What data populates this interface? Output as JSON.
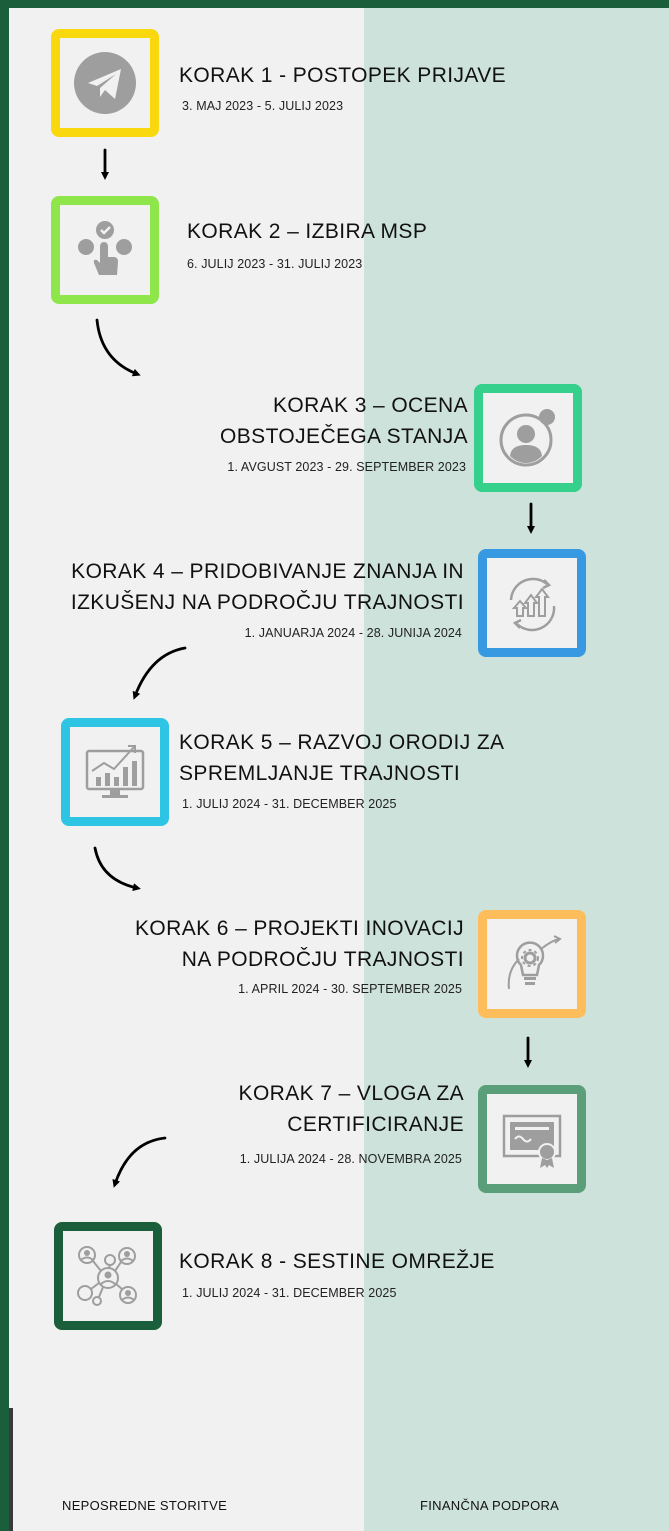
{
  "steps": [
    {
      "title_lines": [
        "KORAK 1 - POSTOPEK PRIJAVE"
      ],
      "date": "3. MAJ 2023 - 5. JULIJ 2023",
      "icon": "send-icon",
      "color": "#f9d90e"
    },
    {
      "title_lines": [
        "KORAK 2 – IZBIRA MSP"
      ],
      "date": "6. JULIJ 2023 - 31. JULIJ 2023",
      "icon": "select-option-icon",
      "color": "#8ee64a"
    },
    {
      "title_lines": [
        "KORAK 3 – OCENA",
        "OBSTOJEČEGA STANJA"
      ],
      "date": "1. AVGUST 2023 - 29. SEPTEMBER 2023",
      "icon": "user-profile-icon",
      "color": "#35d08c"
    },
    {
      "title_lines": [
        "KORAK 4 –  PRIDOBIVANJE ZNANJA IN",
        "IZKUŠENJ NA PODROČJU TRAJNOSTI"
      ],
      "date": "1. JANUARJA 2024 - 28. JUNIJA 2024",
      "icon": "growth-cycle-icon",
      "color": "#3699e2"
    },
    {
      "title_lines": [
        "KORAK 5 – RAZVOJ ORODIJ ZA",
        "SPREMLJANJE TRAJNOSTI"
      ],
      "date": "1. JULIJ 2024 - 31. DECEMBER 2025",
      "icon": "analytics-monitor-icon",
      "color": "#2ec4e4"
    },
    {
      "title_lines": [
        "KORAK 6 – PROJEKTI INOVACIJ",
        "NA PODROČJU TRAJNOSTI"
      ],
      "date": "1. APRIL 2024 - 30. SEPTEMBER 2025",
      "icon": "idea-bulb-icon",
      "color": "#fdbd5a"
    },
    {
      "title_lines": [
        "KORAK 7 –  VLOGA ZA",
        "CERTIFICIRANJE"
      ],
      "date": "1. JULIJA 2024 - 28. NOVEMBRA 2025",
      "icon": "certificate-icon",
      "color": "#5b9e7a"
    },
    {
      "title_lines": [
        "KORAK 8 - SESTINE OMREŽJE"
      ],
      "date": "1. JULIJ 2024 - 31. DECEMBER 2025",
      "icon": "network-icon",
      "color": "#1b5e3b"
    }
  ],
  "footer": {
    "left_label": "NEPOSREDNE STORITVE",
    "right_label": "FINANČNA PODPORA"
  }
}
